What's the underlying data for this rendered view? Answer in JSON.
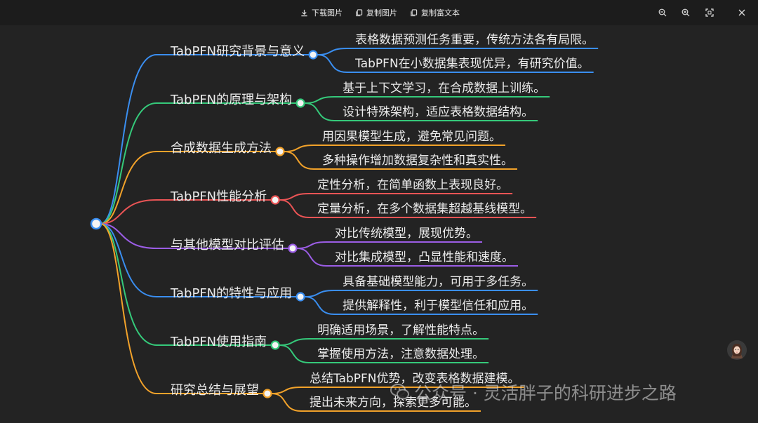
{
  "toolbar": {
    "download_label": "下载图片",
    "copy_image_label": "复制图片",
    "copy_rich_label": "复制富文本"
  },
  "colors": {
    "blue": "#3a8ef0",
    "green": "#35c97a",
    "orange": "#f2a22a",
    "red": "#ea5455",
    "purple": "#9b5de5"
  },
  "mindmap": {
    "branches": [
      {
        "label": "TabPFN研究背景与意义",
        "color": "blue",
        "leaves": [
          "表格数据预测任务重要，传统方法各有局限。",
          "TabPFN在小数据集表现优异，有研究价值。"
        ]
      },
      {
        "label": "TabPFN的原理与架构",
        "color": "green",
        "leaves": [
          "基于上下文学习，在合成数据上训练。",
          "设计特殊架构，适应表格数据结构。"
        ]
      },
      {
        "label": "合成数据生成方法",
        "color": "orange",
        "leaves": [
          "用因果模型生成，避免常见问题。",
          "多种操作增加数据复杂性和真实性。"
        ]
      },
      {
        "label": "TabPFN性能分析",
        "color": "red",
        "leaves": [
          "定性分析，在简单函数上表现良好。",
          "定量分析，在多个数据集超越基线模型。"
        ]
      },
      {
        "label": "与其他模型对比评估",
        "color": "purple",
        "leaves": [
          "对比传统模型，展现优势。",
          "对比集成模型，凸显性能和速度。"
        ]
      },
      {
        "label": "TabPFN的特性与应用",
        "color": "blue",
        "leaves": [
          "具备基础模型能力，可用于多任务。",
          "提供解释性，利于模型信任和应用。"
        ]
      },
      {
        "label": "TabPFN使用指南",
        "color": "green",
        "leaves": [
          "明确适用场景，了解性能特点。",
          "掌握使用方法，注意数据处理。"
        ]
      },
      {
        "label": "研究总结与展望",
        "color": "orange",
        "leaves": [
          "总结TabPFN优势，改变表格数据建模。",
          "提出未来方向，探索更多可能。"
        ]
      }
    ]
  },
  "watermark": {
    "text": "公众号 · 灵活胖子的科研进步之路"
  }
}
